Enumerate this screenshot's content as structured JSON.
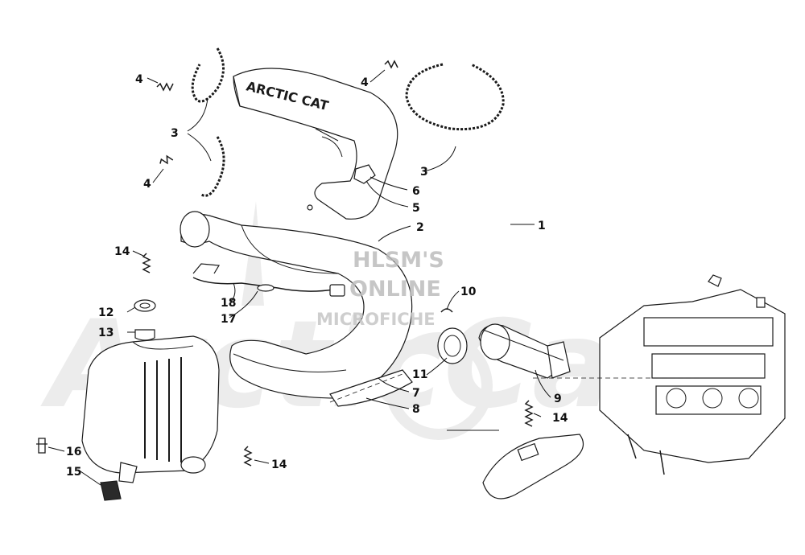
{
  "diagram": {
    "callouts": {
      "c1": "1",
      "c2": "2",
      "c3a": "3",
      "c3b": "3",
      "c4a": "4",
      "c4b": "4",
      "c4c": "4",
      "c5": "5",
      "c6": "6",
      "c7": "7",
      "c8": "8",
      "c9": "9",
      "c10": "10",
      "c11": "11",
      "c12": "12",
      "c13": "13",
      "c14a": "14",
      "c14b": "14",
      "c14c": "14",
      "c15": "15",
      "c16": "16",
      "c17": "17",
      "c18": "18"
    },
    "heat_shield_lettering": "ARCTIC CAT"
  },
  "watermark": {
    "line1": "HLSM'S",
    "line2": "ONLINE",
    "line3": "MICROFICHE",
    "background_mark": "ArcticCat"
  },
  "colors": {
    "ink": "#111111",
    "watermark_gray": "#bdbdbd",
    "background": "#ffffff"
  }
}
